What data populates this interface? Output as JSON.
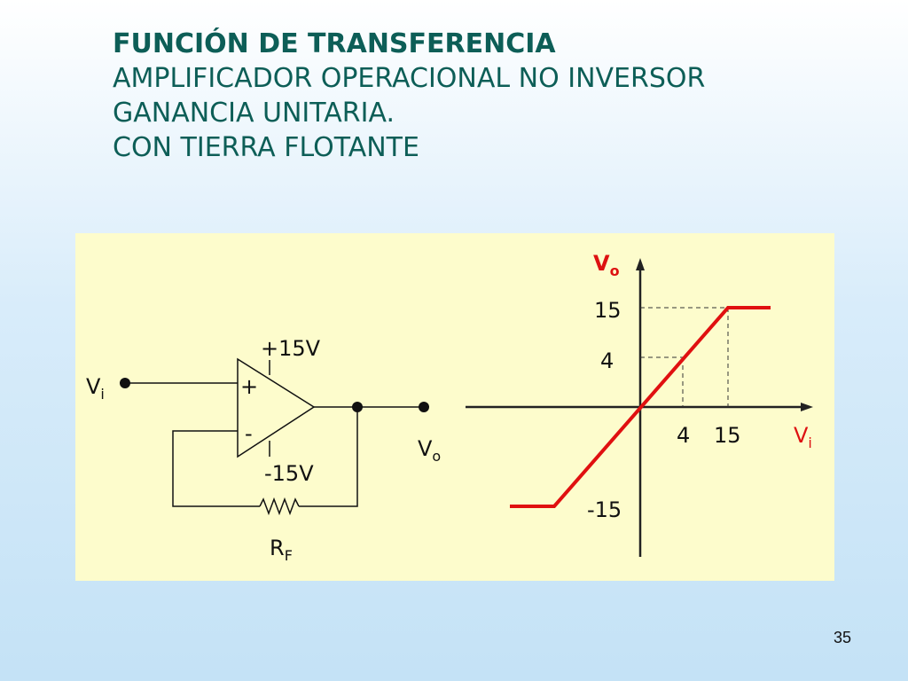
{
  "title": {
    "line1": "FUNCIÓN DE TRANSFERENCIA",
    "line2": "AMPLIFICADOR OPERACIONAL NO INVERSOR",
    "line3": "GANANCIA UNITARIA.",
    "line4": "CON TIERRA FLOTANTE"
  },
  "circuit": {
    "input_label": "V",
    "input_sub": "i",
    "plus_supply": "+15V",
    "minus_supply": "-15V",
    "plus_sign": "+",
    "minus_sign": "-",
    "output_label": "V",
    "output_sub": "o",
    "resistor_label": "R",
    "resistor_sub": "F"
  },
  "graph": {
    "y_axis_label": "V",
    "y_axis_sub": "o",
    "x_axis_label": "V",
    "x_axis_sub": "i",
    "y_tick_high": "15",
    "y_tick_mid": "4",
    "y_tick_low": "-15",
    "x_tick_mid": "4",
    "x_tick_high": "15",
    "line_color": "#e01010"
  },
  "slide_number": "35"
}
